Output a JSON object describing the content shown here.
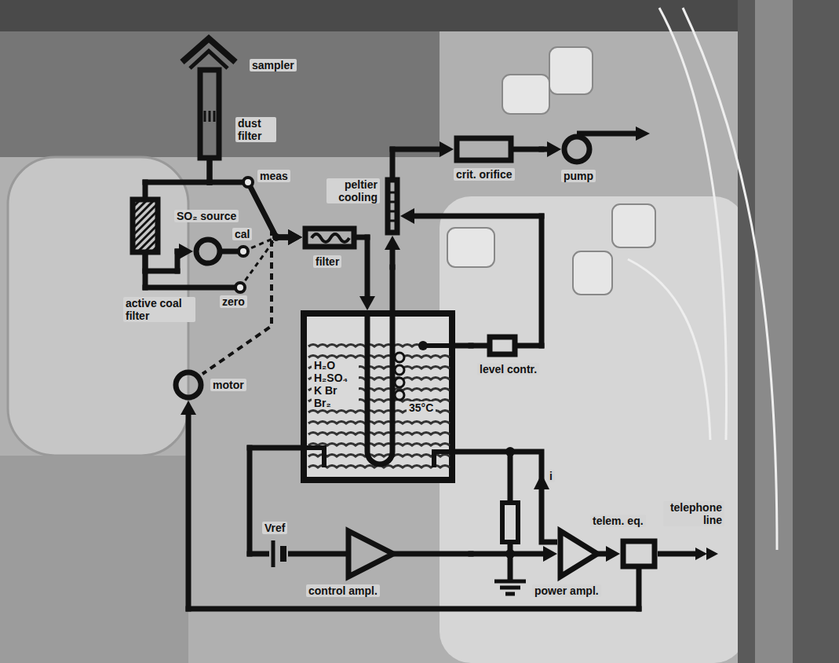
{
  "diagram": {
    "nodes": [
      {
        "text": [
          "sampler",
          "dust filter"
        ]
      },
      {
        "text": [
          "active coal filter"
        ]
      },
      {
        "text": [
          "SO₂ source"
        ]
      },
      {
        "text": [
          "filter"
        ]
      },
      {
        "text": [
          "peltier cooling"
        ]
      },
      {
        "text": [
          "crit. orifice"
        ]
      },
      {
        "text": [
          "pump"
        ]
      },
      {
        "text": [
          "H₂O H₂SO₄ K Br Br₂",
          "35°C"
        ]
      },
      {
        "text": [
          "level contr."
        ]
      },
      {
        "text": [
          "motor"
        ]
      },
      {
        "text": [
          "control ampl."
        ]
      },
      {
        "text": [
          "power ampl."
        ]
      },
      {
        "text": [
          "telem. eq."
        ]
      }
    ],
    "edges": [
      {
        "from": 0,
        "to": 3,
        "arrow": "to"
      },
      {
        "from": 0,
        "to": 1,
        "arrow": "none"
      },
      {
        "from": 1,
        "to": 2,
        "arrow": "to"
      },
      {
        "from": 2,
        "to": 3,
        "arrow": "to"
      },
      {
        "from": 1,
        "to": 3,
        "arrow": "to"
      },
      {
        "from": 3,
        "to": 7,
        "arrow": "to"
      },
      {
        "from": 7,
        "to": 4,
        "arrow": "to"
      },
      {
        "from": 4,
        "to": 5,
        "arrow": "to"
      },
      {
        "from": 5,
        "to": 6,
        "arrow": "to"
      },
      {
        "from": 8,
        "to": 4,
        "arrow": "to"
      },
      {
        "from": 8,
        "to": 7,
        "arrow": "none"
      },
      {
        "from": 7,
        "to": 10,
        "arrow": "none"
      },
      {
        "from": 10,
        "to": 11,
        "arrow": "to"
      },
      {
        "from": 11,
        "to": 12,
        "arrow": "to"
      },
      {
        "from": 12,
        "to": 9,
        "arrow": "to"
      }
    ],
    "labels": [
      "meas",
      "cal",
      "zero",
      "Vref",
      "i",
      "telephone line"
    ]
  }
}
